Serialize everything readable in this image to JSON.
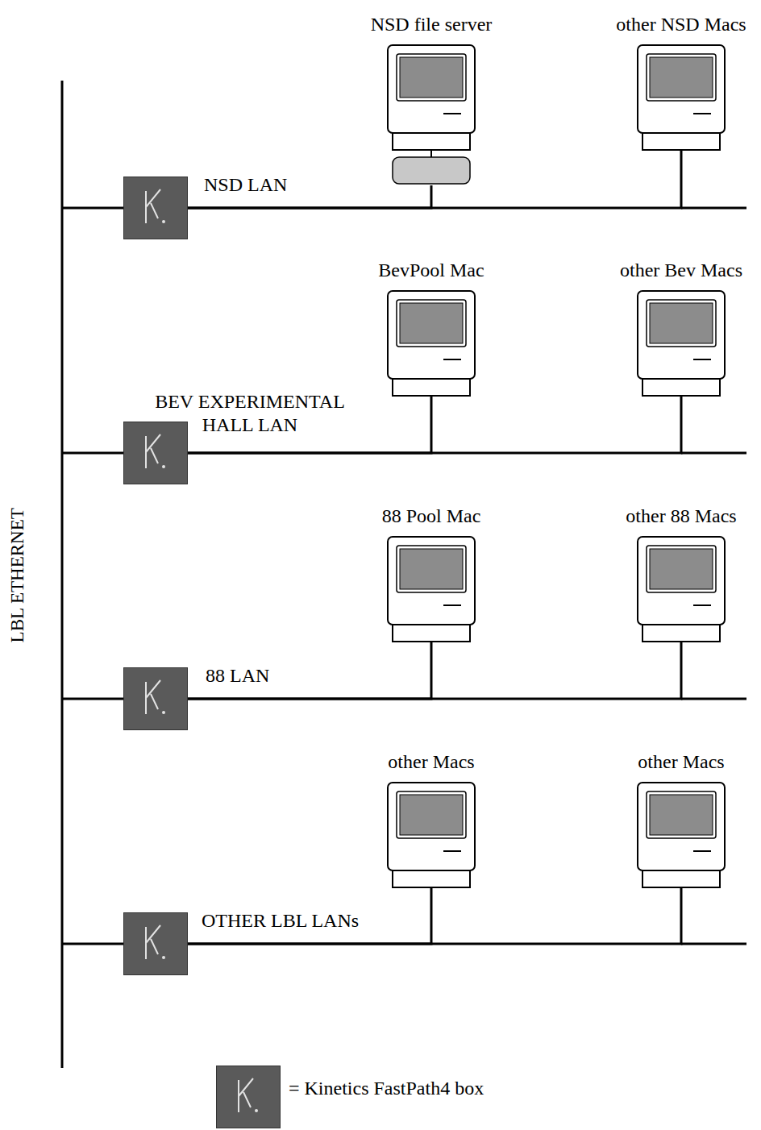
{
  "diagram": {
    "nodes": [
      {
        "text": [
          "NSD file server"
        ]
      },
      {
        "text": [
          "other NSD Macs"
        ]
      },
      {
        "text": [
          "NSD LAN"
        ]
      },
      {
        "text": [
          "BevPool Mac"
        ]
      },
      {
        "text": [
          "other Bev Macs"
        ]
      },
      {
        "text": [
          "BEV EXPERIMENTAL HALL LAN"
        ]
      },
      {
        "text": [
          "88 Pool Mac"
        ]
      },
      {
        "text": [
          "other 88 Macs"
        ]
      },
      {
        "text": [
          "88 LAN"
        ]
      },
      {
        "text": [
          "other Macs"
        ]
      },
      {
        "text": [
          "other Macs"
        ]
      },
      {
        "text": [
          "OTHER LBL LANs"
        ]
      }
    ],
    "edges": [
      {
        "from": 0,
        "to": 2,
        "arrow": "none"
      },
      {
        "from": 1,
        "to": 2,
        "arrow": "none"
      },
      {
        "from": 3,
        "to": 5,
        "arrow": "none"
      },
      {
        "from": 4,
        "to": 5,
        "arrow": "none"
      },
      {
        "from": 6,
        "to": 8,
        "arrow": "none"
      },
      {
        "from": 7,
        "to": 8,
        "arrow": "none"
      },
      {
        "from": 9,
        "to": 11,
        "arrow": "none"
      },
      {
        "from": 10,
        "to": 11,
        "arrow": "none"
      }
    ],
    "labels": [
      "LBL ETHERNET"
    ],
    "legend": [
      {
        "text": "= Kinetics FastPath4 box"
      }
    ]
  }
}
